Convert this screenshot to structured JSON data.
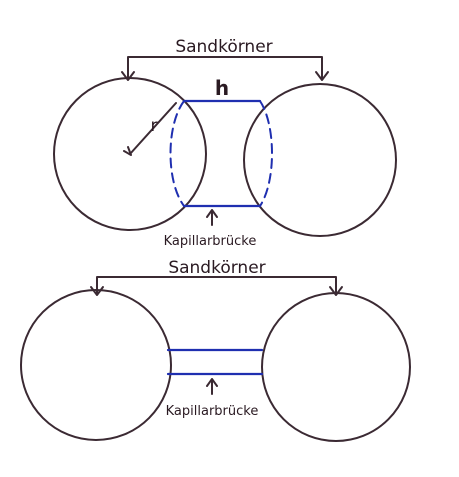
{
  "colors": {
    "outline": "#3b2a33",
    "bridge": "#1f2fb0",
    "label": "#2a1a22",
    "background": "#ffffff"
  },
  "top_diagram": {
    "label_grains": "Sandkörner",
    "label_height": "h",
    "label_radius": "r",
    "label_bridge": "Kapillarbrücke"
  },
  "bottom_diagram": {
    "label_grains": "Sandkörner",
    "label_bridge": "Kapillarbrücke"
  }
}
